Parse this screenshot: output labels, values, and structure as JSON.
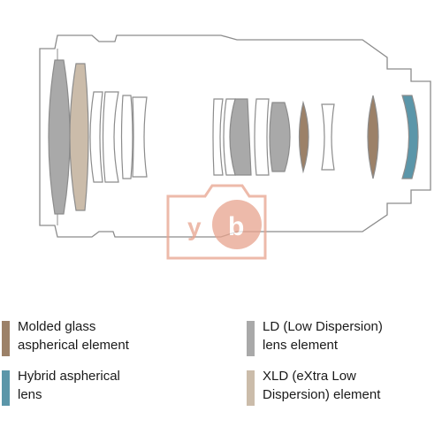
{
  "legend": [
    {
      "line1": "Molded glass",
      "line2": "aspherical element",
      "color": "#9c8168",
      "element_type": "molded-glass-aspherical"
    },
    {
      "line1": "Hybrid aspherical",
      "line2": "lens",
      "color": "#5b96a9",
      "element_type": "hybrid-aspherical"
    },
    {
      "line1": "LD (Low Dispersion)",
      "line2": "lens element",
      "color": "#a9a9a9",
      "element_type": "ld"
    },
    {
      "line1": "XLD (eXtra Low",
      "line2": "Dispersion) element",
      "color": "#cbbcaa",
      "element_type": "xld"
    }
  ],
  "colors": {
    "outline": "#8c8c8c",
    "plain_fill": "#ffffff",
    "watermark": "#e8a48e"
  }
}
